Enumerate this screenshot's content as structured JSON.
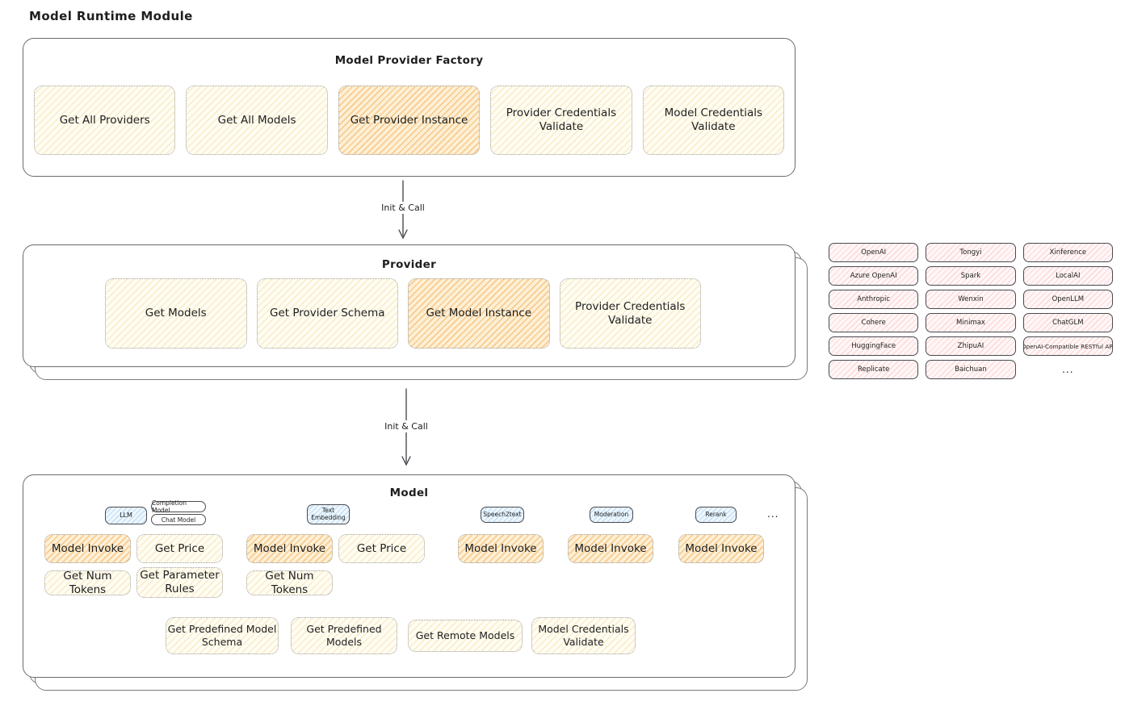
{
  "title": "Model Runtime Module",
  "colors": {
    "yellow_fill": "#fffdf3",
    "yellow_hatch": "#e9c260",
    "orange_fill": "#fdf0d6",
    "orange_hatch": "#f2992d",
    "pink_fill": "#fff7f7",
    "pink_hatch": "#fa8c8c",
    "blue_fill": "#eef7fe",
    "blue_hatch": "#5ca2dd",
    "text": "#1e1e1e",
    "border": "#6b6b70"
  },
  "factory": {
    "title": "Model Provider Factory",
    "functions": [
      "Get All Providers",
      "Get All Models",
      "Get Provider Instance",
      "Provider Credentials Validate",
      "Model Credentials Validate"
    ]
  },
  "arrow1": {
    "label": "Init & Call"
  },
  "provider": {
    "title": "Provider",
    "functions": [
      "Get Models",
      "Get Provider Schema",
      "Get Model Instance",
      "Provider Credentials Validate"
    ]
  },
  "providers_grid": {
    "rows": [
      [
        "OpenAI",
        "Tongyi",
        "Xinference"
      ],
      [
        "Azure OpenAI",
        "Spark",
        "LocalAI"
      ],
      [
        "Anthropic",
        "Wenxin",
        "OpenLLM"
      ],
      [
        "Cohere",
        "Minimax",
        "ChatGLM"
      ],
      [
        "HuggingFace",
        "ZhipuAI",
        "OpenAI-Compatible RESTful API"
      ],
      [
        "Replicate",
        "Baichuan",
        "..."
      ]
    ]
  },
  "arrow2": {
    "label": "Init & Call"
  },
  "model": {
    "title": "Model",
    "groups": [
      {
        "tag": "LLM",
        "subtags": [
          "Completion Model",
          "Chat Model"
        ],
        "functions": [
          "Model Invoke",
          "Get Price",
          "Get Num Tokens",
          "Get Parameter Rules"
        ]
      },
      {
        "tag": "Text Embedding",
        "functions": [
          "Model Invoke",
          "Get Price",
          "Get Num Tokens"
        ]
      },
      {
        "tag": "Speech2text",
        "functions": [
          "Model Invoke"
        ]
      },
      {
        "tag": "Moderation",
        "functions": [
          "Model Invoke"
        ]
      },
      {
        "tag": "Rerank",
        "functions": [
          "Model Invoke"
        ]
      }
    ],
    "more_label": "...",
    "bottom_functions": [
      "Get Predefined Model Schema",
      "Get Predefined Models",
      "Get Remote Models",
      "Model Credentials Validate"
    ]
  }
}
